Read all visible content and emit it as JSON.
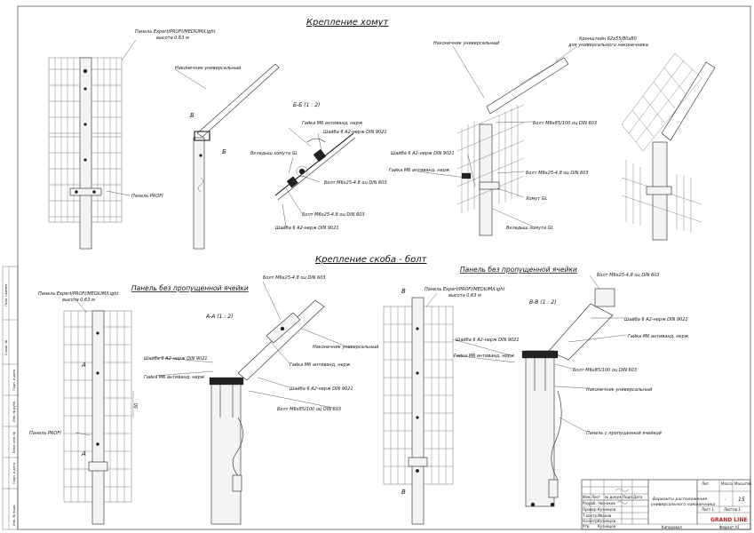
{
  "titles": {
    "clamp": "Крепление хомут",
    "bracket": "Крепление скоба - болт",
    "panel_no_cell_left": "Панель без пропущенной ячейки",
    "panel_no_cell_right": "Панель без пропущенной ячейки"
  },
  "sections": {
    "bb": "Б-Б (1 : 2)",
    "aa": "А-А (1 : 2)",
    "vv": "В-В (1 : 2)",
    "mark_b": "Б",
    "mark_a": "А",
    "mark_v": "В"
  },
  "labels": {
    "panel_line1": "Панель Expert/PROFI/MEDIUM/Light",
    "panel_line2": "высота 0,63 м",
    "tip_universal": "Наконечник универсальный",
    "panel_profi": "Панель PROFI",
    "nut_m6": "Гайка М6 антиванд. нерж",
    "washer_6": "Шайба 6 А2-нерж DIN 9021",
    "clamp_insert": "Вкладыш хомута GL",
    "bolt_m6x25": "Болт М6х25-4.8 оц DIN 603",
    "bracket_line1": "Кронштейн 62х55/80х80",
    "bracket_line2": "для универсального наконечника",
    "bolt_m6x85": "Болт М6х85/100 оц DIN 603",
    "clamp_gl": "Хомут GL",
    "panel_with_cell": "Панель с пропущенной ячейкой",
    "dim_50": "50"
  },
  "title_block": {
    "drawing_title_line1": "Варианты расположения",
    "drawing_title_line2": "универсального наконечника",
    "col_lit": "Лит.",
    "col_mass": "Масса",
    "col_scale": "Масштаб",
    "mass_value": "-",
    "scale_value": "15",
    "sheet_label": "Лист 1",
    "sheets_label": "Листов 1",
    "company": "GRAND LINE",
    "copied": "Копировал",
    "format": "Формат А1",
    "row_labels": [
      "Изм.",
      "Лист",
      "№ докум.",
      "Подп.",
      "Дата"
    ],
    "roles": [
      "Разраб.",
      "Провер.",
      "Т.контр.",
      "Н.контр.",
      "Утв."
    ],
    "names": [
      "Чеснаков",
      "Кузнецов",
      "Иванов",
      "Кузнецов",
      "Кузнецов"
    ]
  },
  "side_strip": [
    "Перв. примен.",
    "Справ. №",
    "Подп. и дата",
    "Инв. № дубл.",
    "Взам. инв. №",
    "Подп. и дата",
    "Инв. № подл."
  ]
}
